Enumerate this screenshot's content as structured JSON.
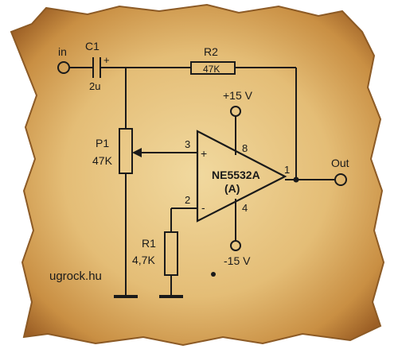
{
  "circuit": {
    "input_label": "in",
    "output_label": "Out",
    "c1": {
      "name": "C1",
      "value": "2u",
      "polarity": "+"
    },
    "r2": {
      "name": "R2",
      "value": "47K"
    },
    "p1": {
      "name": "P1",
      "value": "47K"
    },
    "r1": {
      "name": "R1",
      "value": "4,7K"
    },
    "opamp": {
      "part": "NE5532A",
      "unit": "(A)",
      "pin_noninverting": "3",
      "pin_inverting": "2",
      "pin_output": "1",
      "pin_vplus": "8",
      "pin_vminus": "4",
      "sign_plus": "+",
      "sign_minus": "-"
    },
    "supply_positive": "+15 V",
    "supply_negative": "-15 V",
    "credit": "ugrock.hu"
  },
  "colors": {
    "parchment": "#e9c886",
    "ink": "#1a1a1a"
  }
}
